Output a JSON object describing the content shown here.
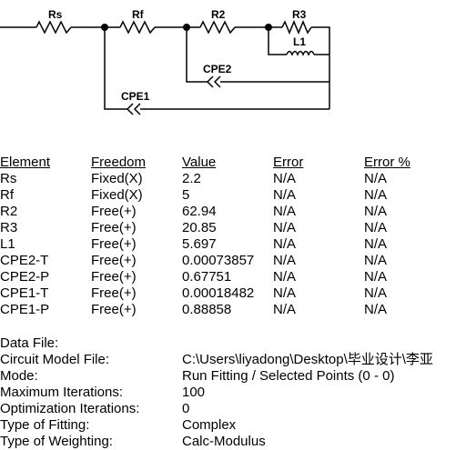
{
  "circuit": {
    "labels": {
      "rs": "Rs",
      "rf": "Rf",
      "r2": "R2",
      "r3": "R3",
      "l1": "L1",
      "cpe2": "CPE2",
      "cpe1": "CPE1"
    }
  },
  "params_table": {
    "headers": [
      "Element",
      "Freedom",
      "Value",
      "Error",
      "Error %"
    ],
    "rows": [
      [
        "Rs",
        "Fixed(X)",
        "2.2",
        "N/A",
        "N/A"
      ],
      [
        "Rf",
        "Fixed(X)",
        "5",
        "N/A",
        "N/A"
      ],
      [
        "R2",
        "Free(+)",
        "62.94",
        "N/A",
        "N/A"
      ],
      [
        "R3",
        "Free(+)",
        "20.85",
        "N/A",
        "N/A"
      ],
      [
        "L1",
        "Free(+)",
        "5.697",
        "N/A",
        "N/A"
      ],
      [
        "CPE2-T",
        "Free(+)",
        "0.00073857",
        "N/A",
        "N/A"
      ],
      [
        "CPE2-P",
        "Free(+)",
        "0.67751",
        "N/A",
        "N/A"
      ],
      [
        "CPE1-T",
        "Free(+)",
        "0.00018482",
        "N/A",
        "N/A"
      ],
      [
        "CPE1-P",
        "Free(+)",
        "0.88858",
        "N/A",
        "N/A"
      ]
    ]
  },
  "info": [
    {
      "key": "Data File:",
      "value": ""
    },
    {
      "key": "Circuit Model File:",
      "value": "C:\\Users\\liyadong\\Desktop\\毕业设计\\李亚"
    },
    {
      "key": "Mode:",
      "value": "Run Fitting / Selected Points (0 - 0)"
    },
    {
      "key": "Maximum Iterations:",
      "value": "100"
    },
    {
      "key": "Optimization Iterations:",
      "value": "0"
    },
    {
      "key": "Type of Fitting:",
      "value": "Complex"
    },
    {
      "key": "Type of Weighting:",
      "value": "Calc-Modulus"
    }
  ]
}
